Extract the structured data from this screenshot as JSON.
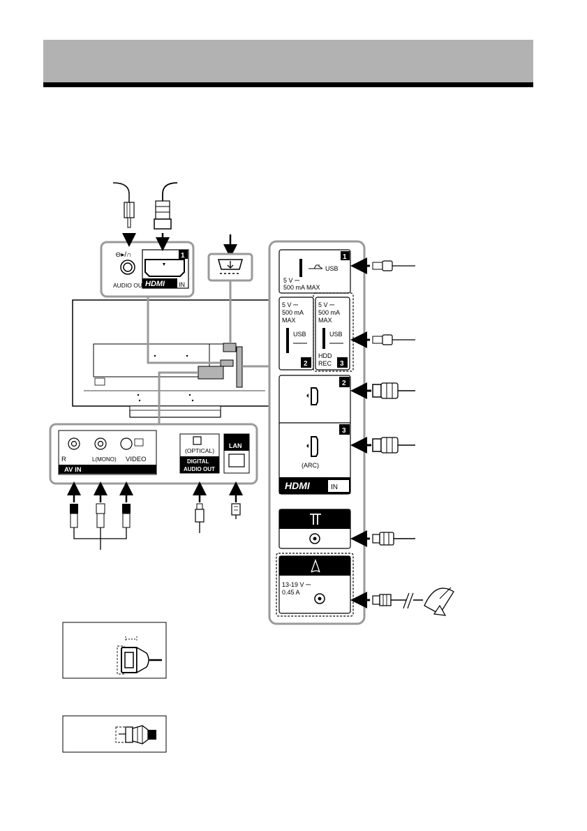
{
  "panel_left": {
    "headphone_symbol": "⊖▸/∩",
    "audio_out": "AUDIO OUT",
    "hdmi_logo": "HDMI",
    "hdmi_in": "IN",
    "hdmi_port_number": "1"
  },
  "panel_bottom": {
    "r_label": "R",
    "l_mono_label": "L(MONO)",
    "video_label": "VIDEO",
    "av_in": "AV IN",
    "optical": "(OPTICAL)",
    "digital_audio_out_line1": "DIGITAL",
    "digital_audio_out_line2": "AUDIO OUT",
    "lan": "LAN"
  },
  "side_panel": {
    "usb1": {
      "number": "1",
      "label": "USB",
      "rating_line1": "5 V ⎓",
      "rating_line2": "500 mA MAX"
    },
    "usb2": {
      "number": "2",
      "label": "USB",
      "rating_line1": "5 V ⎓",
      "rating_line2": "500 mA",
      "rating_line3": "MAX"
    },
    "usb3": {
      "number": "3",
      "label": "USB",
      "rating_line1": "5 V ⎓",
      "rating_line2": "500 mA",
      "rating_line3": "MAX",
      "hdd": "HDD",
      "rec": "REC"
    },
    "hdmi2": {
      "number": "2"
    },
    "hdmi3": {
      "number": "3",
      "arc": "(ARC)"
    },
    "hdmi_logo": "HDMI",
    "hdmi_in": "IN",
    "satellite_rating_line1": "13-19 V ⎓",
    "satellite_rating_line2": "0.45 A"
  },
  "colors": {
    "header_gray": "#b2b2b2",
    "line_gray": "#9a9a9a",
    "outline": "#000000"
  }
}
